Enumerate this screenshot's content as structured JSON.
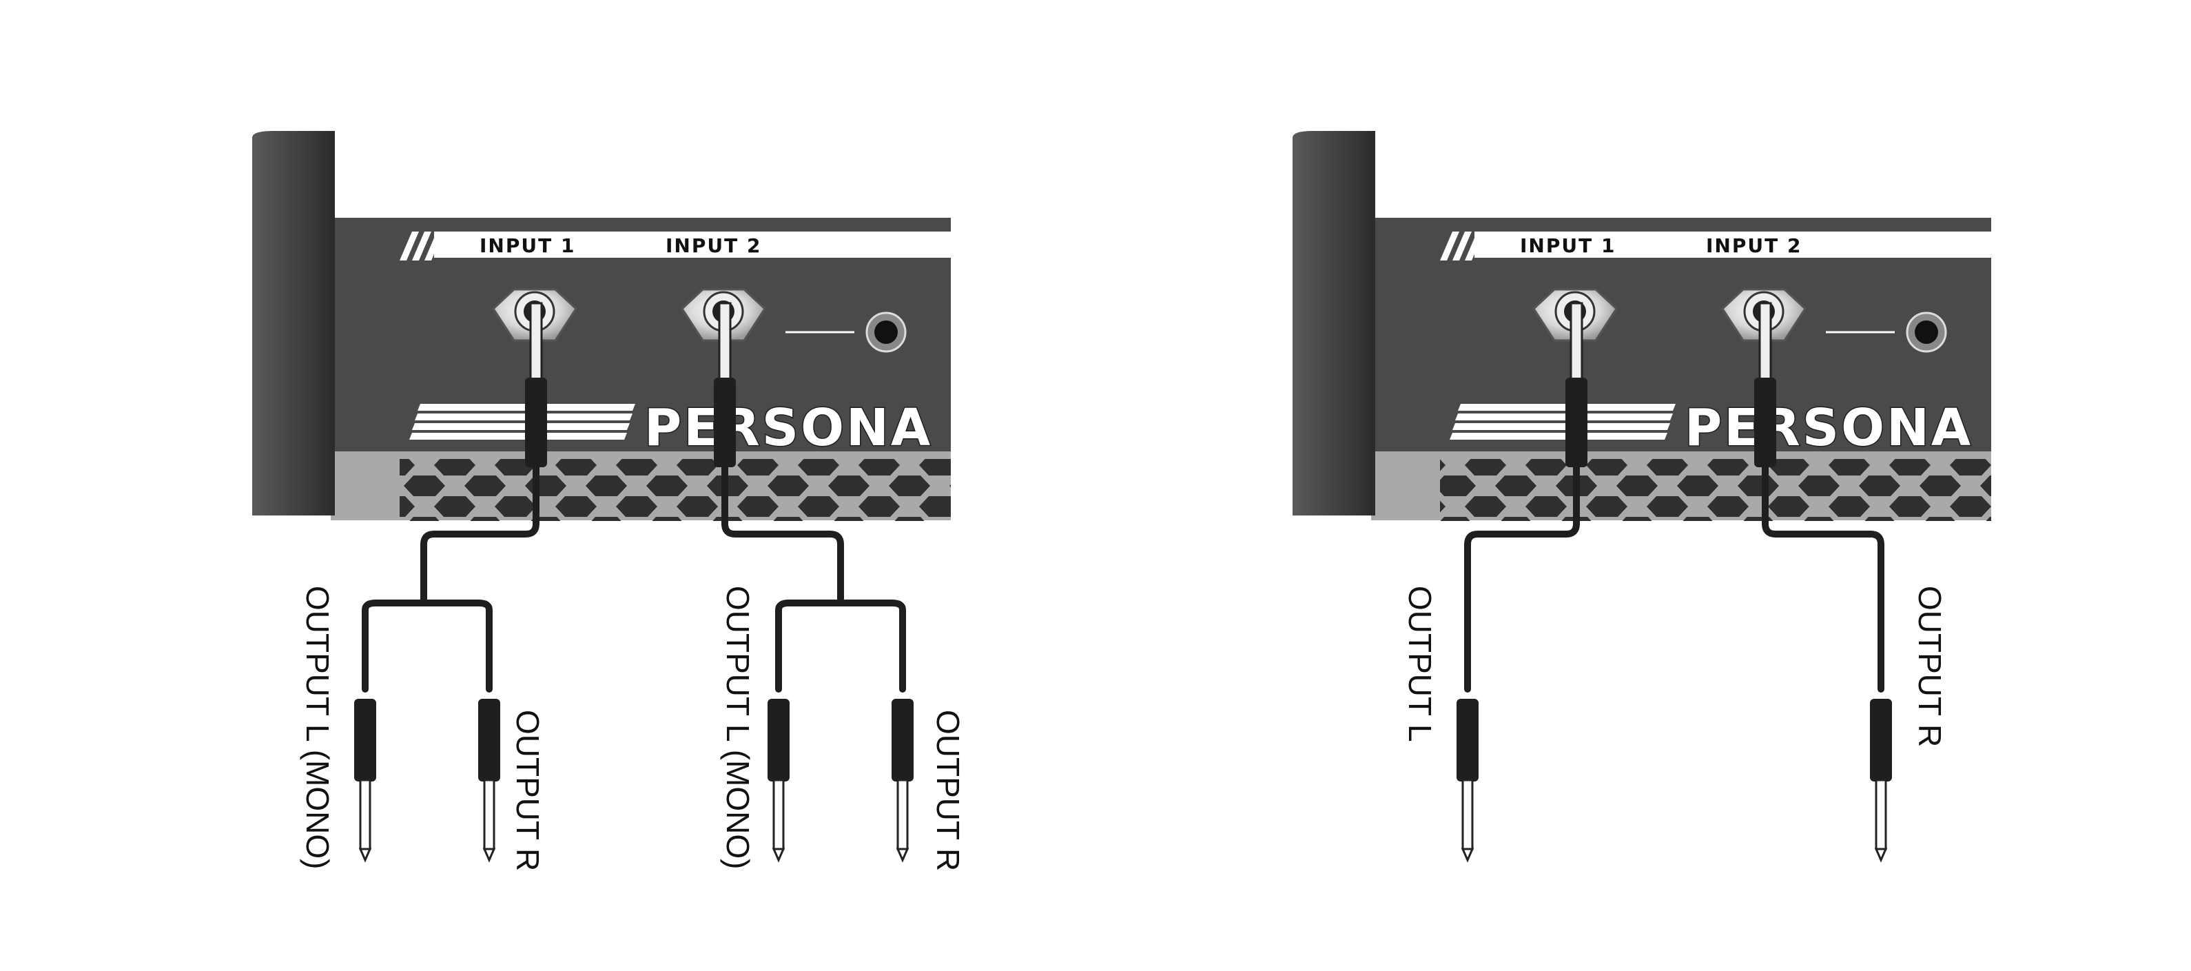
{
  "diagrams": [
    {
      "id": "left",
      "panel": {
        "input1_label": "INPUT 1",
        "input2_label": "INPUT 2",
        "brand_text": "PERSONA"
      },
      "outputs": {
        "input1_left": "OUTPUT L (MONO)",
        "input1_right": "OUTPUT R",
        "input2_left": "OUTPUT L (MONO)",
        "input2_right": "OUTPUT R"
      }
    },
    {
      "id": "right",
      "panel": {
        "input1_label": "INPUT 1",
        "input2_label": "INPUT 2",
        "brand_text": "PERSONA"
      },
      "outputs": {
        "left": "OUTPUT L",
        "right": "OUTPUT R"
      }
    }
  ],
  "colors": {
    "panel": "#4a4a4a",
    "side_bar": "#3c3c3c",
    "grille": "#a9a9a9",
    "cable": "#1f1f1f",
    "plug_tip": "#b8b8b8"
  }
}
